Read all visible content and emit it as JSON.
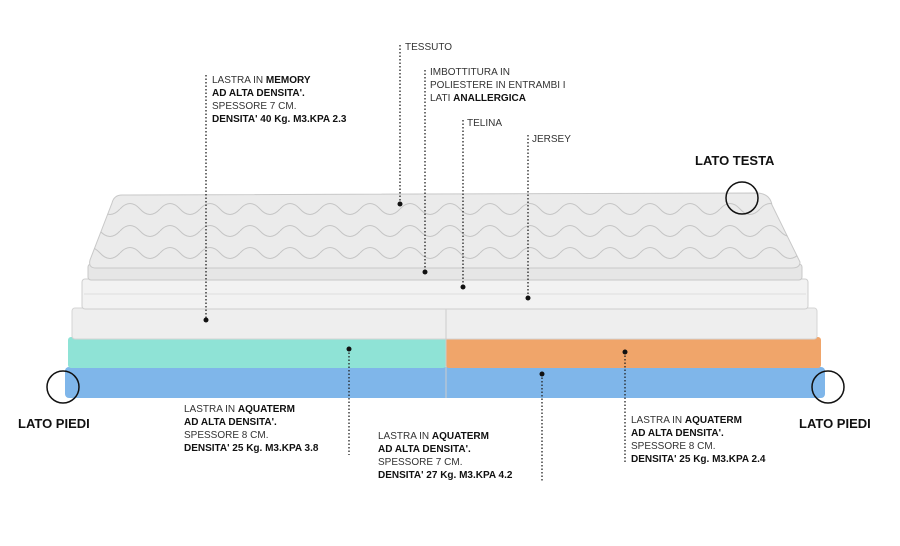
{
  "labels": {
    "tessuto": "TESSUTO",
    "imbottitura": {
      "l1": "IMBOTTITURA IN",
      "l2": "POLIESTERE IN ENTRAMBI I",
      "l3a": "LATI ",
      "l3b": "ANALLERGICA"
    },
    "telina": "TELINA",
    "jersey": "JERSEY",
    "memory": {
      "l1a": "LASTRA IN ",
      "l1b": "MEMORY",
      "l2": "AD ALTA DENSITA'.",
      "l3": "SPESSORE 7 CM.",
      "l4": "DENSITA' 40 Kg. M3.KPA 2.3"
    },
    "aquaterm_left": {
      "l1a": "LASTRA IN ",
      "l1b": "AQUATERM",
      "l2": "AD ALTA DENSITA'.",
      "l3": "SPESSORE 8 CM.",
      "l4": "DENSITA' 25 Kg. M3.KPA 3.8"
    },
    "aquaterm_mid": {
      "l1a": "LASTRA IN ",
      "l1b": "AQUATERM",
      "l2": "AD ALTA DENSITA'.",
      "l3": "SPESSORE 7 CM.",
      "l4": "DENSITA' 27 Kg. M3.KPA 4.2"
    },
    "aquaterm_right": {
      "l1a": "LASTRA IN ",
      "l1b": "AQUATERM",
      "l2": "AD ALTA DENSITA'.",
      "l3": "SPESSORE 8 CM.",
      "l4": "DENSITA' 25 Kg. M3.KPA 2.4"
    },
    "lato_testa": "LATO TESTA",
    "lato_piedi_left": "LATO PIEDI",
    "lato_piedi_right": "LATO PIEDI"
  },
  "colors": {
    "teal": "#8fe3d6",
    "orange": "#f0a56a",
    "blue": "#7fb6ea",
    "memory": "#ededed",
    "quilt": "#e8e8e8"
  }
}
